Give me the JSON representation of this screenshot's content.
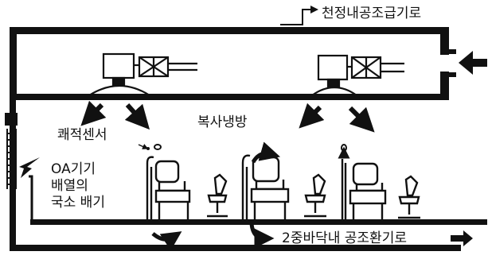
{
  "labels": {
    "ceiling_supply": "천정내공조급기로",
    "radiant_cooling": "복사냉방",
    "comfort_sensor": "쾌적센서",
    "oa_exhaust_line1": "OA기기",
    "oa_exhaust_line2": "배열의",
    "oa_exhaust_line3": "국소 배기",
    "floor_duct": "2중바닥내 공조환기로"
  }
}
